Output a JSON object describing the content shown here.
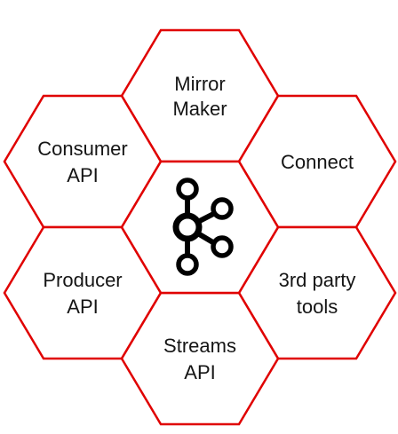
{
  "colors": {
    "hex_border": "#e00000",
    "text": "#151515",
    "logo": "#000000",
    "background": "#ffffff"
  },
  "center": {
    "icon": "kafka-logo-icon"
  },
  "hexagons": {
    "mirror_maker": {
      "line1": "Mirror",
      "line2": "Maker"
    },
    "consumer_api": {
      "line1": "Consumer",
      "line2": "API"
    },
    "connect": {
      "line1": "Connect"
    },
    "producer_api": {
      "line1": "Producer",
      "line2": "API"
    },
    "third_party_tools": {
      "line1": "3rd party",
      "line2": "tools"
    },
    "streams_api": {
      "line1": "Streams",
      "line2": "API"
    }
  }
}
